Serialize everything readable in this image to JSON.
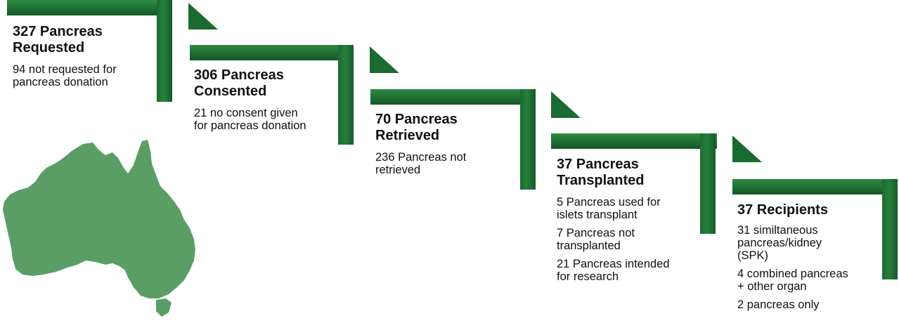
{
  "colors": {
    "bar_dark": "#145626",
    "bar_light": "#2e8b43",
    "map_fill": "#5a9e66",
    "arrow": "#1a6b30"
  },
  "steps": [
    {
      "title": "327 Pancreas\nRequested",
      "notes": [
        "94 not requested for\npancreas donation"
      ]
    },
    {
      "title": "306 Pancreas\nConsented",
      "notes": [
        "21 no consent given\nfor pancreas donation"
      ]
    },
    {
      "title": "70 Pancreas\nRetrieved",
      "notes": [
        "236 Pancreas not\nretrieved"
      ]
    },
    {
      "title": "37 Pancreas\nTransplanted",
      "notes": [
        "5 Pancreas used for\nislets transplant",
        "7 Pancreas not\ntransplanted",
        "21 Pancreas intended\nfor research"
      ]
    },
    {
      "title": "37 Recipients",
      "notes": [
        "31 similtaneous\npancreas/kidney\n(SPK)",
        "4 combined pancreas\n+ other organ",
        "2 pancreas only"
      ]
    }
  ],
  "map_icon": "australia-map-icon",
  "arrow_icon": "triangle-arrow-icon"
}
